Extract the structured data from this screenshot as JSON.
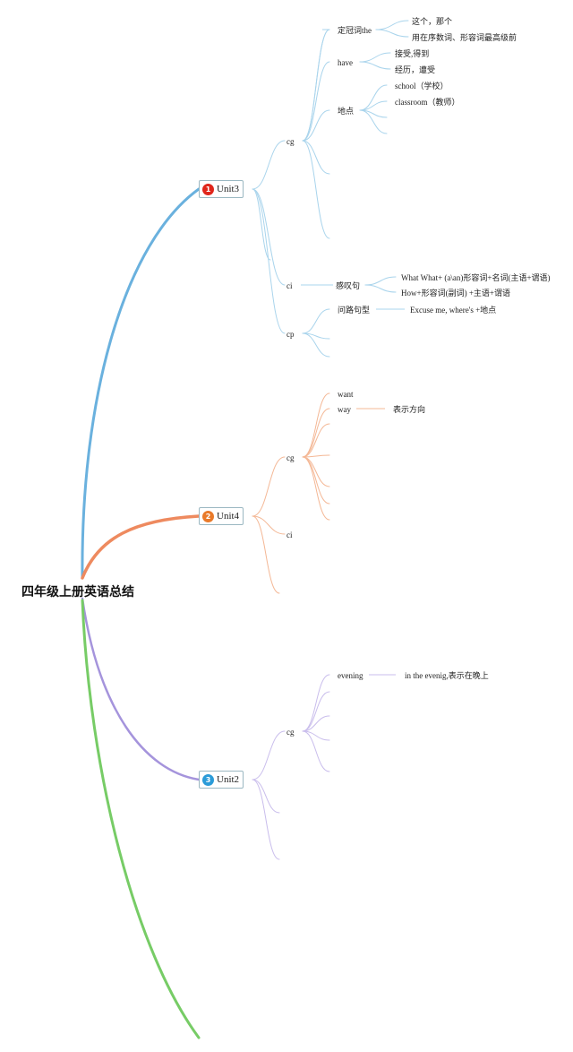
{
  "title": "四年级上册英语总结",
  "colors": {
    "unit3": "#6ab1de",
    "unit3_light": "#a9d4ec",
    "unit4": "#ee8a5f",
    "unit4_light": "#f4b896",
    "unit2": "#a594dc",
    "unit2_light": "#c9bdec",
    "extra": "#77cc66",
    "badge1": "#e0261b",
    "badge2": "#e97a2a",
    "badge3": "#2a9bd8"
  },
  "units": [
    {
      "badge": "1",
      "label": "Unit3",
      "groups": [
        {
          "label": "cg",
          "items": [
            {
              "label": "定冠词the",
              "subs": [
                "这个，那个",
                "用在序数词、形容词最高级前"
              ]
            },
            {
              "label": "have",
              "subs": [
                "接受,得到",
                "经历，遭受"
              ]
            },
            {
              "label": "地点",
              "subs": [
                "school（学校）",
                "classroom（教师）"
              ]
            }
          ]
        },
        {
          "label": "ci",
          "items": [
            {
              "label": "感叹句",
              "subs": [
                "What What+ (a\\an)形容词+名词(主语+谓语)",
                "How+形容词(副词) +主语+谓语"
              ]
            }
          ]
        },
        {
          "label": "cp",
          "items": [
            {
              "label": "问路句型",
              "subs": [
                "Excuse me, where's +地点"
              ]
            }
          ]
        }
      ]
    },
    {
      "badge": "2",
      "label": "Unit4",
      "groups": [
        {
          "label": "cg",
          "items": [
            {
              "label": "want",
              "subs": []
            },
            {
              "label": "way",
              "subs": [
                "表示方向"
              ]
            }
          ]
        },
        {
          "label": "ci",
          "items": []
        }
      ]
    },
    {
      "badge": "3",
      "label": "Unit2",
      "groups": [
        {
          "label": "cg",
          "items": [
            {
              "label": "evening",
              "subs": [
                "in the evenig,表示在晚上"
              ]
            }
          ]
        }
      ]
    }
  ]
}
